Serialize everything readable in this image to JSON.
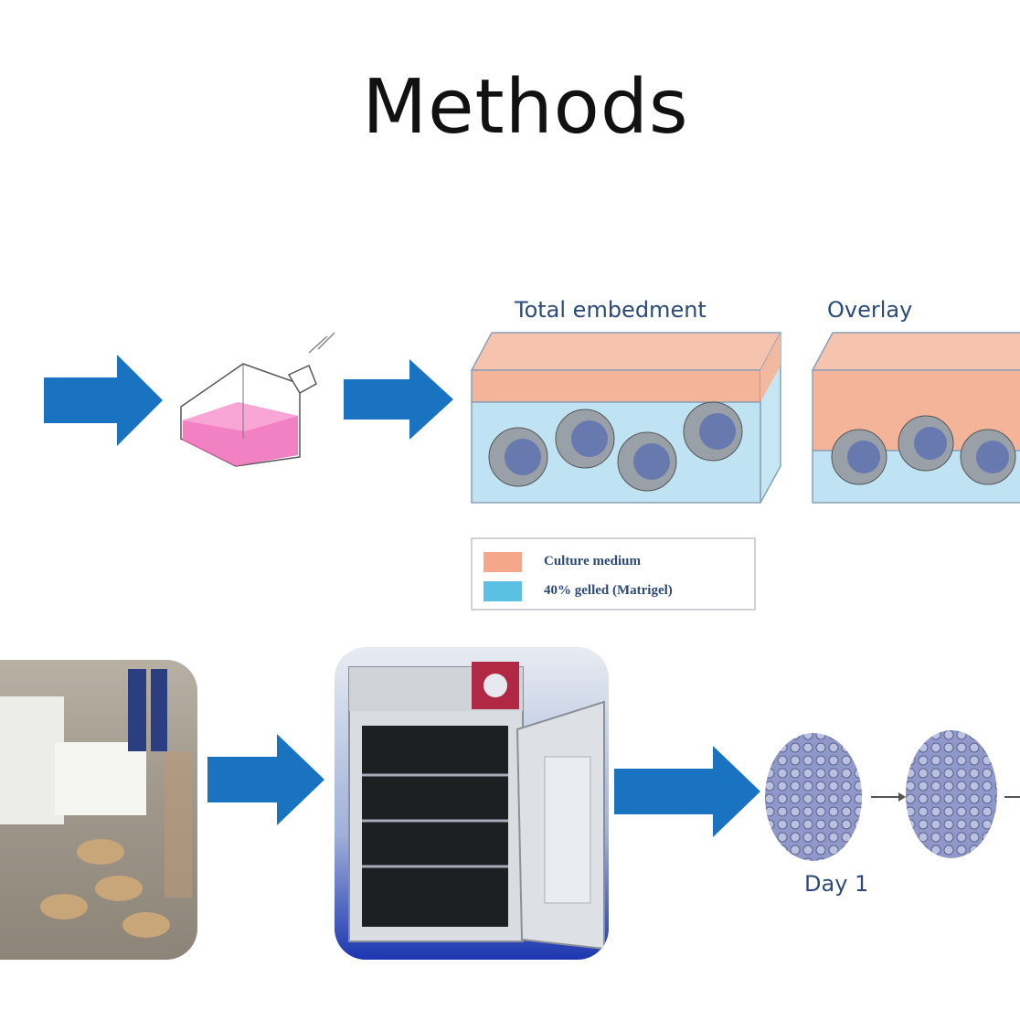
{
  "title": "Methods",
  "embed_labels": {
    "total": "Total embedment",
    "overlay": "Overlay"
  },
  "legend": {
    "items": [
      {
        "label": "Culture medium",
        "color": "#f4a78a"
      },
      {
        "label": "40% gelled (Matrigel)",
        "color": "#5bc0e4"
      }
    ]
  },
  "timeline": {
    "day_label": "Day 1"
  },
  "colors": {
    "arrow": "#1a73c1",
    "flask_liquid": "#f06bb8",
    "medium": "#f4b49a",
    "matrigel": "#bfe3f3"
  }
}
